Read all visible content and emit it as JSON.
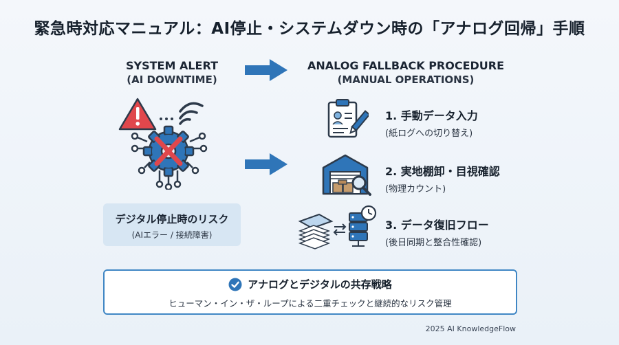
{
  "title": "緊急時対応マニュアル：AI停止・システムダウン時の「アナログ回帰」手順",
  "left_heading": {
    "line1": "SYSTEM ALERT",
    "line2": "(AI DOWNTIME)"
  },
  "right_heading": {
    "line1": "ANALOG FALLBACK PROCEDURE",
    "line2": "(MANUAL OPERATIONS)"
  },
  "risk": {
    "title": "デジタル停止時のリスク",
    "subtitle": "(AIエラー / 接続障害)"
  },
  "steps": [
    {
      "title": "1. 手動データ入力",
      "subtitle": "(紙ログへの切り替え)",
      "icon": "clipboard-icon"
    },
    {
      "title": "2. 実地棚卸・目視確認",
      "subtitle": "(物理カウント)",
      "icon": "warehouse-icon"
    },
    {
      "title": "3. データ復旧フロー",
      "subtitle": "(後日同期と整合性確認)",
      "icon": "server-restore-icon"
    }
  ],
  "strategy": {
    "title": "アナログとデジタルの共存戦略",
    "subtitle": "ヒューマン・イン・ザ・ループによる二重チェックと継続的なリスク管理"
  },
  "footer": "2025 AI KnowledgeFlow",
  "colors": {
    "accent": "#2f75b8",
    "alert_red": "#e0474c",
    "dark": "#2d3a4a"
  }
}
